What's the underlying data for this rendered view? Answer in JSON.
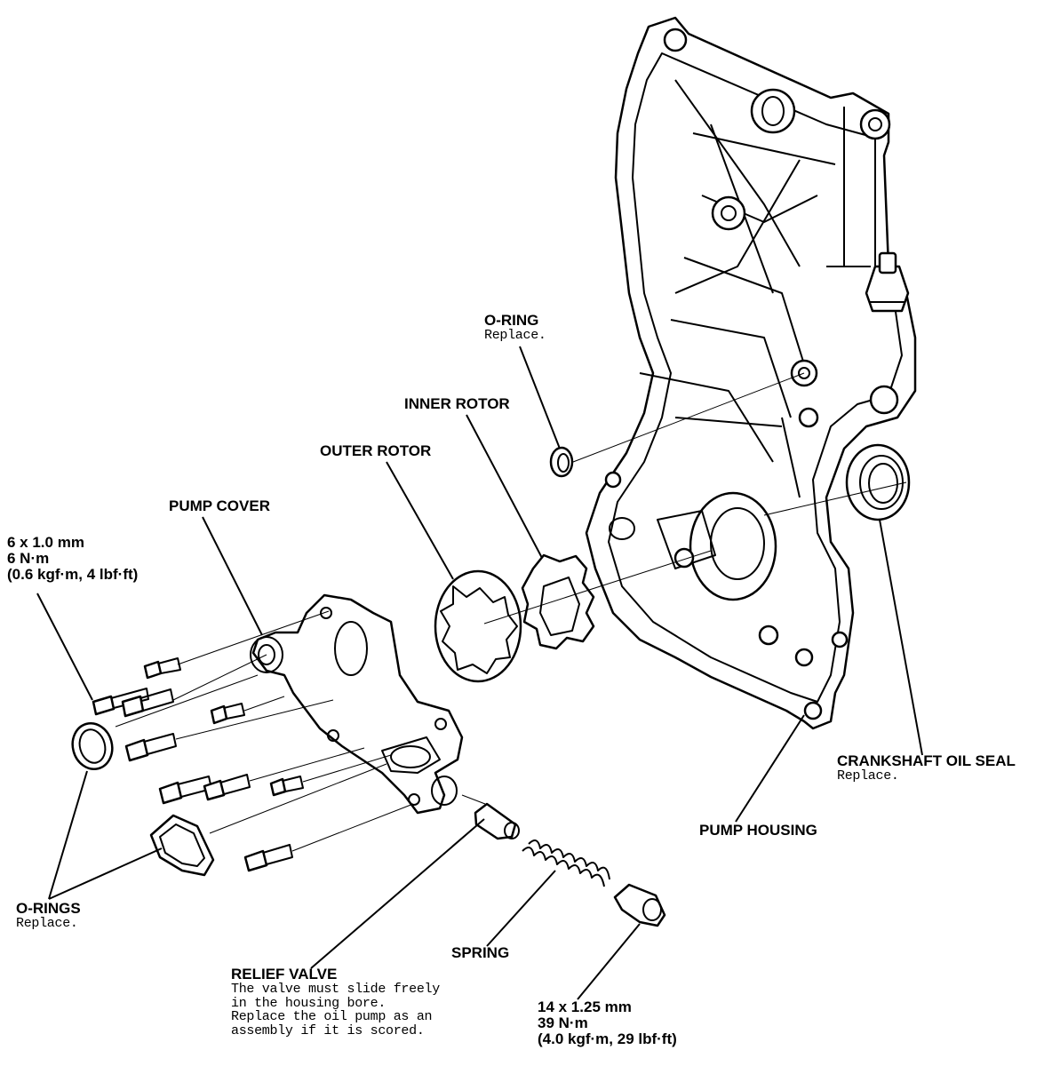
{
  "labels": {
    "o_ring_top": {
      "title": "O-RING",
      "note": "Replace."
    },
    "inner_rotor": {
      "title": "INNER ROTOR"
    },
    "outer_rotor": {
      "title": "OUTER ROTOR"
    },
    "pump_cover": {
      "title": "PUMP COVER"
    },
    "bolt_6mm": {
      "line1": "6 x 1.0 mm",
      "line2": "6 N·m",
      "line3": "(0.6 kgf·m, 4 lbf·ft)"
    },
    "crankshaft_oil_seal": {
      "title": "CRANKSHAFT OIL SEAL",
      "note": "Replace."
    },
    "pump_housing": {
      "title": "PUMP HOUSING"
    },
    "o_rings": {
      "title": "O-RINGS",
      "note": "Replace."
    },
    "spring": {
      "title": "SPRING"
    },
    "relief_valve": {
      "title": "RELIEF VALVE",
      "note1": "The valve must slide freely",
      "note2": "in the housing bore.",
      "note3": "Replace the oil pump as an",
      "note4": "assembly if it is scored."
    },
    "bolt_14mm": {
      "line1": "14 x 1.25 mm",
      "line2": "39 N·m",
      "line3": "(4.0 kgf·m, 29 lbf·ft)"
    }
  }
}
